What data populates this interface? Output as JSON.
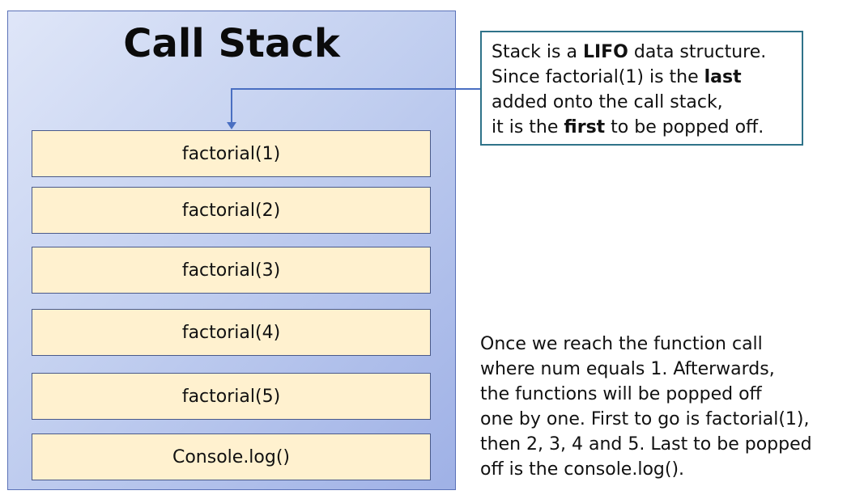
{
  "stack": {
    "title": "Call Stack",
    "frames": [
      "factorial(1)",
      "factorial(2)",
      "factorial(3)",
      "factorial(4)",
      "factorial(5)",
      "Console.log()"
    ]
  },
  "callout": {
    "line1_pre": "Stack is a ",
    "line1_bold": "LIFO",
    "line1_post": " data structure.",
    "line2_pre": "Since factorial(1) is the ",
    "line2_bold": "last",
    "line3": "added onto the call stack,",
    "line4_pre": "it is the ",
    "line4_bold": "first",
    "line4_post": " to be popped off."
  },
  "note": {
    "lines": [
      "Once we reach the function call",
      "where num equals 1. Afterwards,",
      "the functions will be popped off",
      "one by one. First to go is factorial(1),",
      "then 2, 3, 4 and 5. Last to be popped",
      "off is the console.log()."
    ]
  },
  "colors": {
    "panel_border": "#5b72b8",
    "frame_fill": "#fff1cf",
    "frame_border": "#4a5a8a",
    "callout_border": "#2f7389",
    "arrow": "#4a6fc2"
  }
}
